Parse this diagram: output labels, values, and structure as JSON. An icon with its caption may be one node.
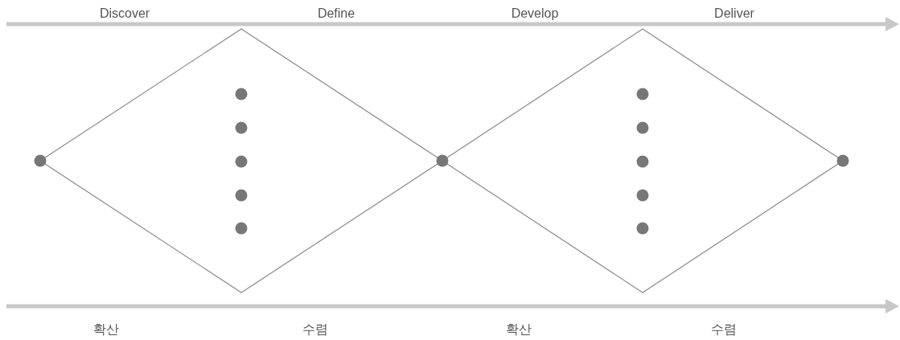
{
  "diagram": {
    "labels": [
      "Discover",
      "Define",
      "Develop",
      "Deliver",
      "확산",
      "수렴",
      "확산",
      "수렴"
    ]
  }
}
